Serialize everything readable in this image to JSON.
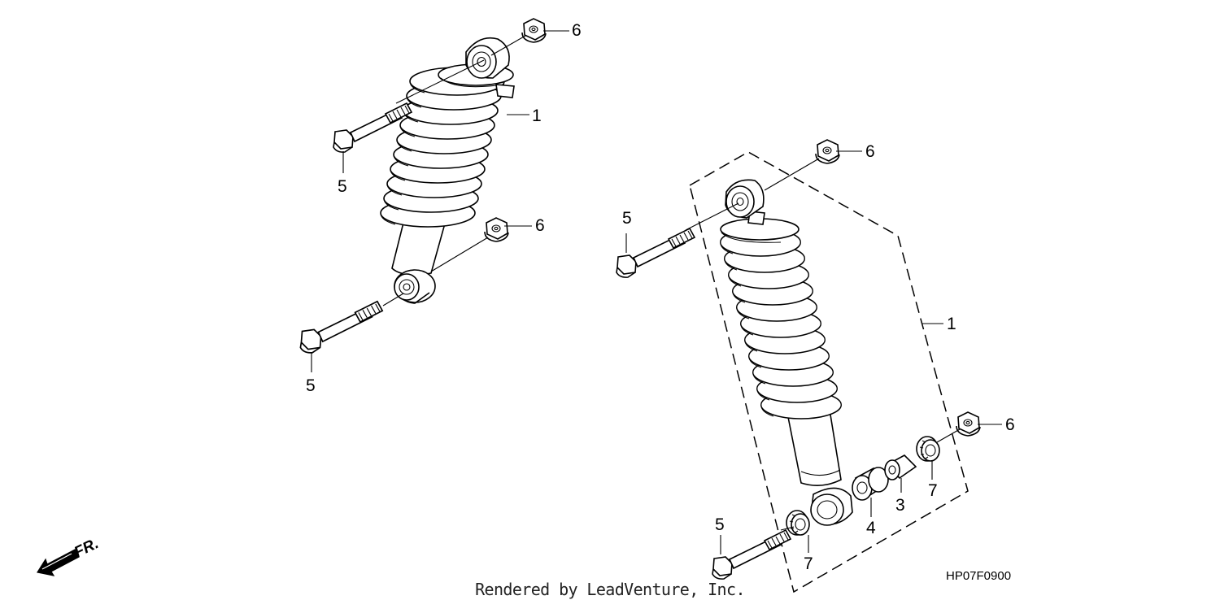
{
  "diagram": {
    "code": "HP07F0900",
    "credit": "Rendered by LeadVenture, Inc.",
    "direction_label": "FR.",
    "callouts": {
      "left_shock_1": "1",
      "left_bolt_upper_5": "5",
      "left_bolt_lower_5": "5",
      "left_nut_upper_6": "6",
      "left_nut_lower_6": "6",
      "right_shock_1": "1",
      "right_bolt_upper_5": "5",
      "right_bolt_lower_5": "5",
      "right_nut_upper_6": "6",
      "right_nut_lower_6": "6",
      "right_collar_3": "3",
      "right_bushing_4": "4",
      "right_seal_7_a": "7",
      "right_seal_7_b": "7"
    }
  },
  "colors": {
    "line": "#000000",
    "background": "#ffffff"
  },
  "icons": {
    "front_arrow": "front-direction-arrow-icon"
  }
}
